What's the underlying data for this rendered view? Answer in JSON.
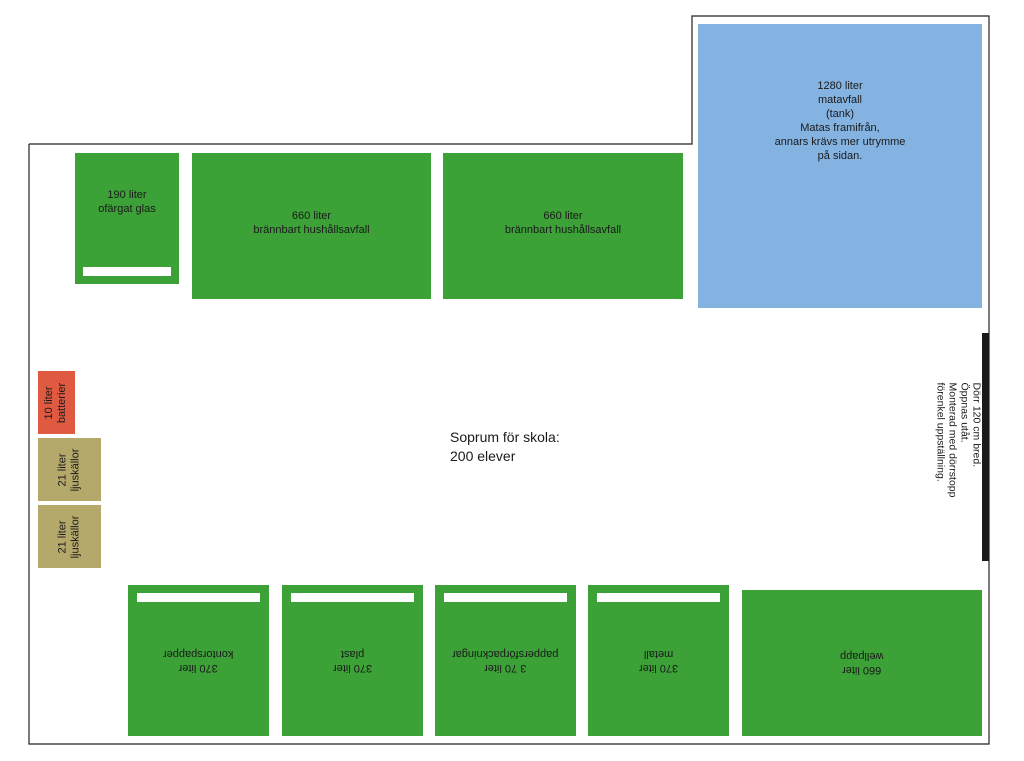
{
  "room_title": {
    "line1": "Soprum för skola:",
    "line2": "200 elever"
  },
  "bins": {
    "glass": {
      "volume": "190 liter",
      "content": "ofärgat glas"
    },
    "burn1": {
      "volume": "660 liter",
      "content": "brännbart hushållsavfall"
    },
    "burn2": {
      "volume": "660 liter",
      "content": "brännbart hushållsavfall"
    },
    "food": {
      "volume": "1280 liter",
      "content": "matavfall",
      "type": "(tank)",
      "note1": "Matas framifrån,",
      "note2": "annars krävs mer utrymme",
      "note3": "på sidan."
    },
    "battery": {
      "volume": "10 liter",
      "content": "batterier"
    },
    "light1": {
      "volume": "21 liter",
      "content": "ljuskällor"
    },
    "light2": {
      "volume": "21 liter",
      "content": "ljuskällor"
    },
    "office": {
      "volume": "370 liter",
      "content": "kontorspapper"
    },
    "plastic": {
      "volume": "370 liter",
      "content": "plast"
    },
    "paperpack": {
      "volume": "3 70 liter",
      "content": "pappersförpackningar"
    },
    "metal": {
      "volume": "370 liter",
      "content": "metall"
    },
    "cardboard": {
      "volume": "660 liter",
      "content": "wellpapp"
    }
  },
  "door": {
    "line1": "Dörr 120 cm bred.",
    "line2": "Öppnas utåt.",
    "line3": "Monterad med dörrstopp",
    "line4": "förenkel uppställning."
  },
  "colors": {
    "bin_green": "#3ca137",
    "food_blue": "#84b3e1",
    "battery_red": "#df5a41",
    "light_olive": "#b4a86a"
  }
}
